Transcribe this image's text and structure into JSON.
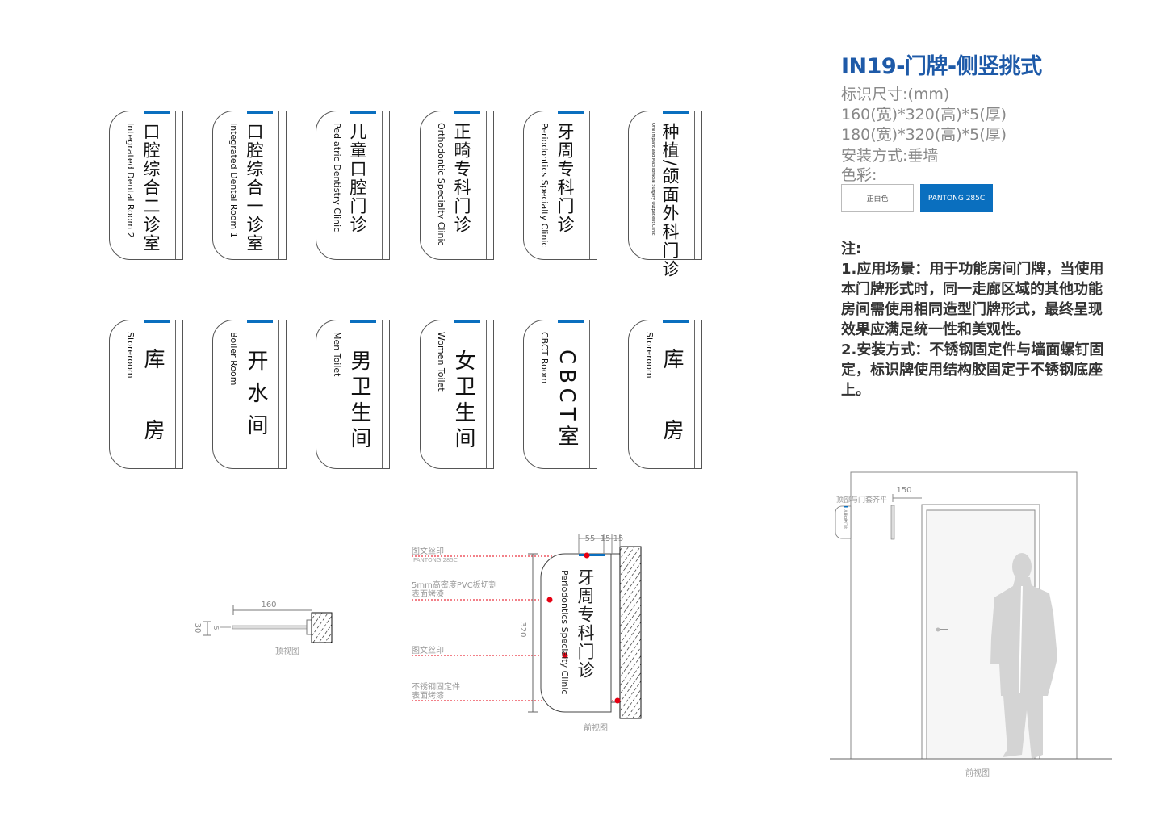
{
  "signs": [
    {
      "cn": "口腔综合二诊室",
      "en": "Integrated Dental Room 2"
    },
    {
      "cn": "口腔综合一诊室",
      "en": "Integrated Dental Room 1"
    },
    {
      "cn": "儿童口腔门诊",
      "en": "Pediatric Dentistry Clinic"
    },
    {
      "cn": "正畸专科门诊",
      "en": "Orthodontic Specialty Clinic"
    },
    {
      "cn": "牙周专科门诊",
      "en": "Periodontics Specialty Clinic"
    },
    {
      "cn": "种植/颌面外科门诊",
      "en": "Oral Implant and Maxillofacial Surgery Outpatient Clinic"
    },
    {
      "cn": "库房",
      "en": "Storeroom"
    },
    {
      "cn": "开水间",
      "en": "Boiler Room"
    },
    {
      "cn": "男卫生间",
      "en": "Men Toilet"
    },
    {
      "cn": "女卫生间",
      "en": "Women Toilet"
    },
    {
      "cn": "CBCT室",
      "en": "CBCT Room"
    },
    {
      "cn": "库房",
      "en": "Storeroom"
    }
  ],
  "panel": {
    "title": "IN19-门牌-侧竖挑式",
    "size_label": "标识尺寸:(mm)",
    "size_1": "160(宽)*320(高)*5(厚)",
    "size_2": "180(宽)*320(高)*5(厚)",
    "install": "安装方式:垂墙",
    "color_label": "色彩:",
    "swatch_white": "正白色",
    "swatch_blue": "PANTONG 285C",
    "notes_title": "注:",
    "note_1": "1.应用场景：用于功能房间门牌，当使用本门牌形式时，同一走廊区域的其他功能房间需使用相同造型门牌形式，最终呈现效果应满足统一性和美观性。",
    "note_2": "2.安装方式：不锈钢固定件与墙面螺钉固定，标识牌使用结构胶固定于不锈钢底座上。"
  },
  "colors": {
    "blue": "#0a6fbf",
    "white": "#ffffff",
    "marker": "#e60012"
  },
  "top_view": {
    "width": "160",
    "depth": "30",
    "thickness": "5",
    "caption": "顶视图"
  },
  "front_view": {
    "callout_1": "图文丝印",
    "callout_1_sub": "PANTONG 285C",
    "callout_2": "5mm高密度PVC板切割",
    "callout_2_sub": "表面烤漆",
    "callout_3": "图文丝印",
    "callout_4": "不锈钢固定件",
    "callout_4_sub": "表面烤漆",
    "height": "320",
    "dim_a": "55",
    "dim_b": "15",
    "dim_c": "15",
    "sign_cn": "牙周专科门诊",
    "sign_en": "Periodontics Specialty Clinic",
    "caption": "前视图"
  },
  "elevation": {
    "offset": "150",
    "note": "顶部与门套齐平",
    "caption": "前视图",
    "mini_sign": "儿童口腔门诊"
  }
}
